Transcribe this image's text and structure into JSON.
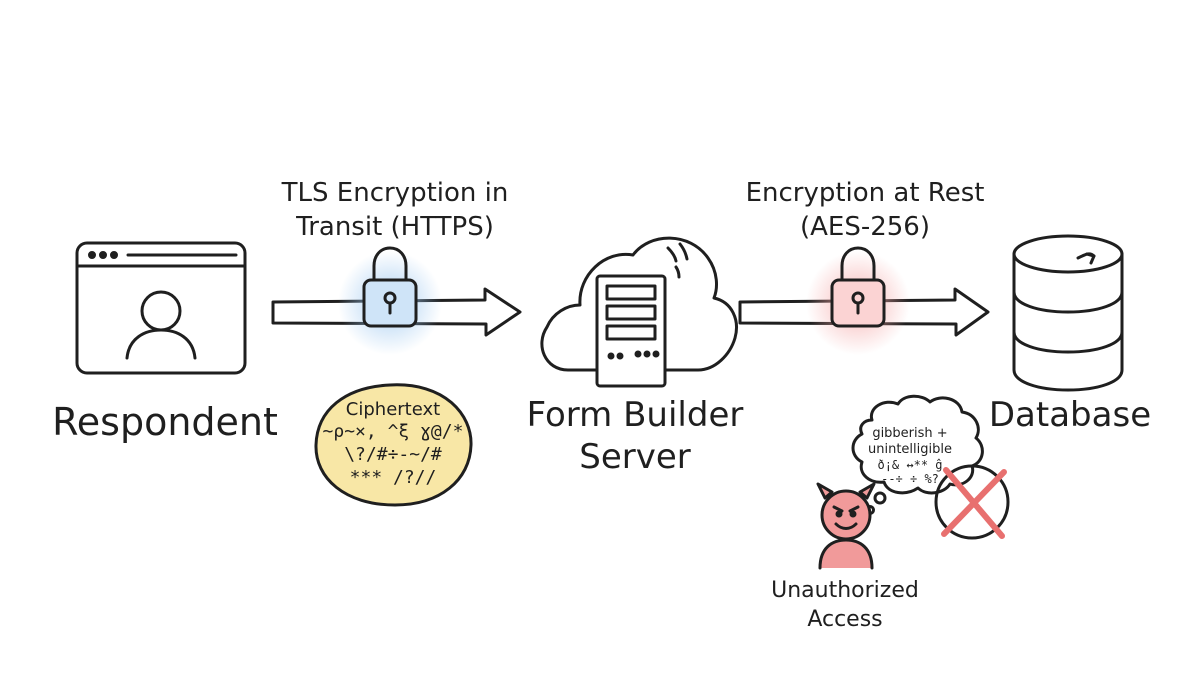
{
  "labels": {
    "tls_line1": "TLS Encryption in",
    "tls_line2": "Transit (HTTPS)",
    "rest_line1": "Encryption at Rest",
    "rest_line2": "(AES-256)",
    "respondent": "Respondent",
    "server_line1": "Form Builder",
    "server_line2": "Server",
    "database": "Database",
    "unauth_line1": "Unauthorized",
    "unauth_line2": "Access"
  },
  "ciphertext": {
    "title": "Ciphertext",
    "lines": [
      "~ρ~×, ^ξ ɣ@/*",
      "\\?/#÷-~/#",
      "*** /?//"
    ]
  },
  "thought": {
    "line1": "gibberish +",
    "line2": "unintelligible",
    "code1": "ð¡& ↔** ĝ",
    "code2": "--÷ ÷ %?"
  },
  "icons": {
    "browser": "browser-window-icon",
    "user": "user-avatar-icon",
    "lock_transit": "lock-icon",
    "lock_rest": "lock-icon",
    "cloud": "cloud-icon",
    "server": "server-rack-icon",
    "database": "database-cylinder-icon",
    "devil": "devil-icon",
    "denied": "x-mark-icon"
  },
  "colors": {
    "ink": "#1f1f1f",
    "lock_transit_glow": "#9cc7f0",
    "lock_transit_fill": "#cfe4f8",
    "lock_rest_glow": "#f5a9a9",
    "lock_rest_fill": "#fbd3d3",
    "ciphertext_fill": "#f8e7a6",
    "devil": "#f19a9a",
    "x_mark": "#e8706f"
  }
}
